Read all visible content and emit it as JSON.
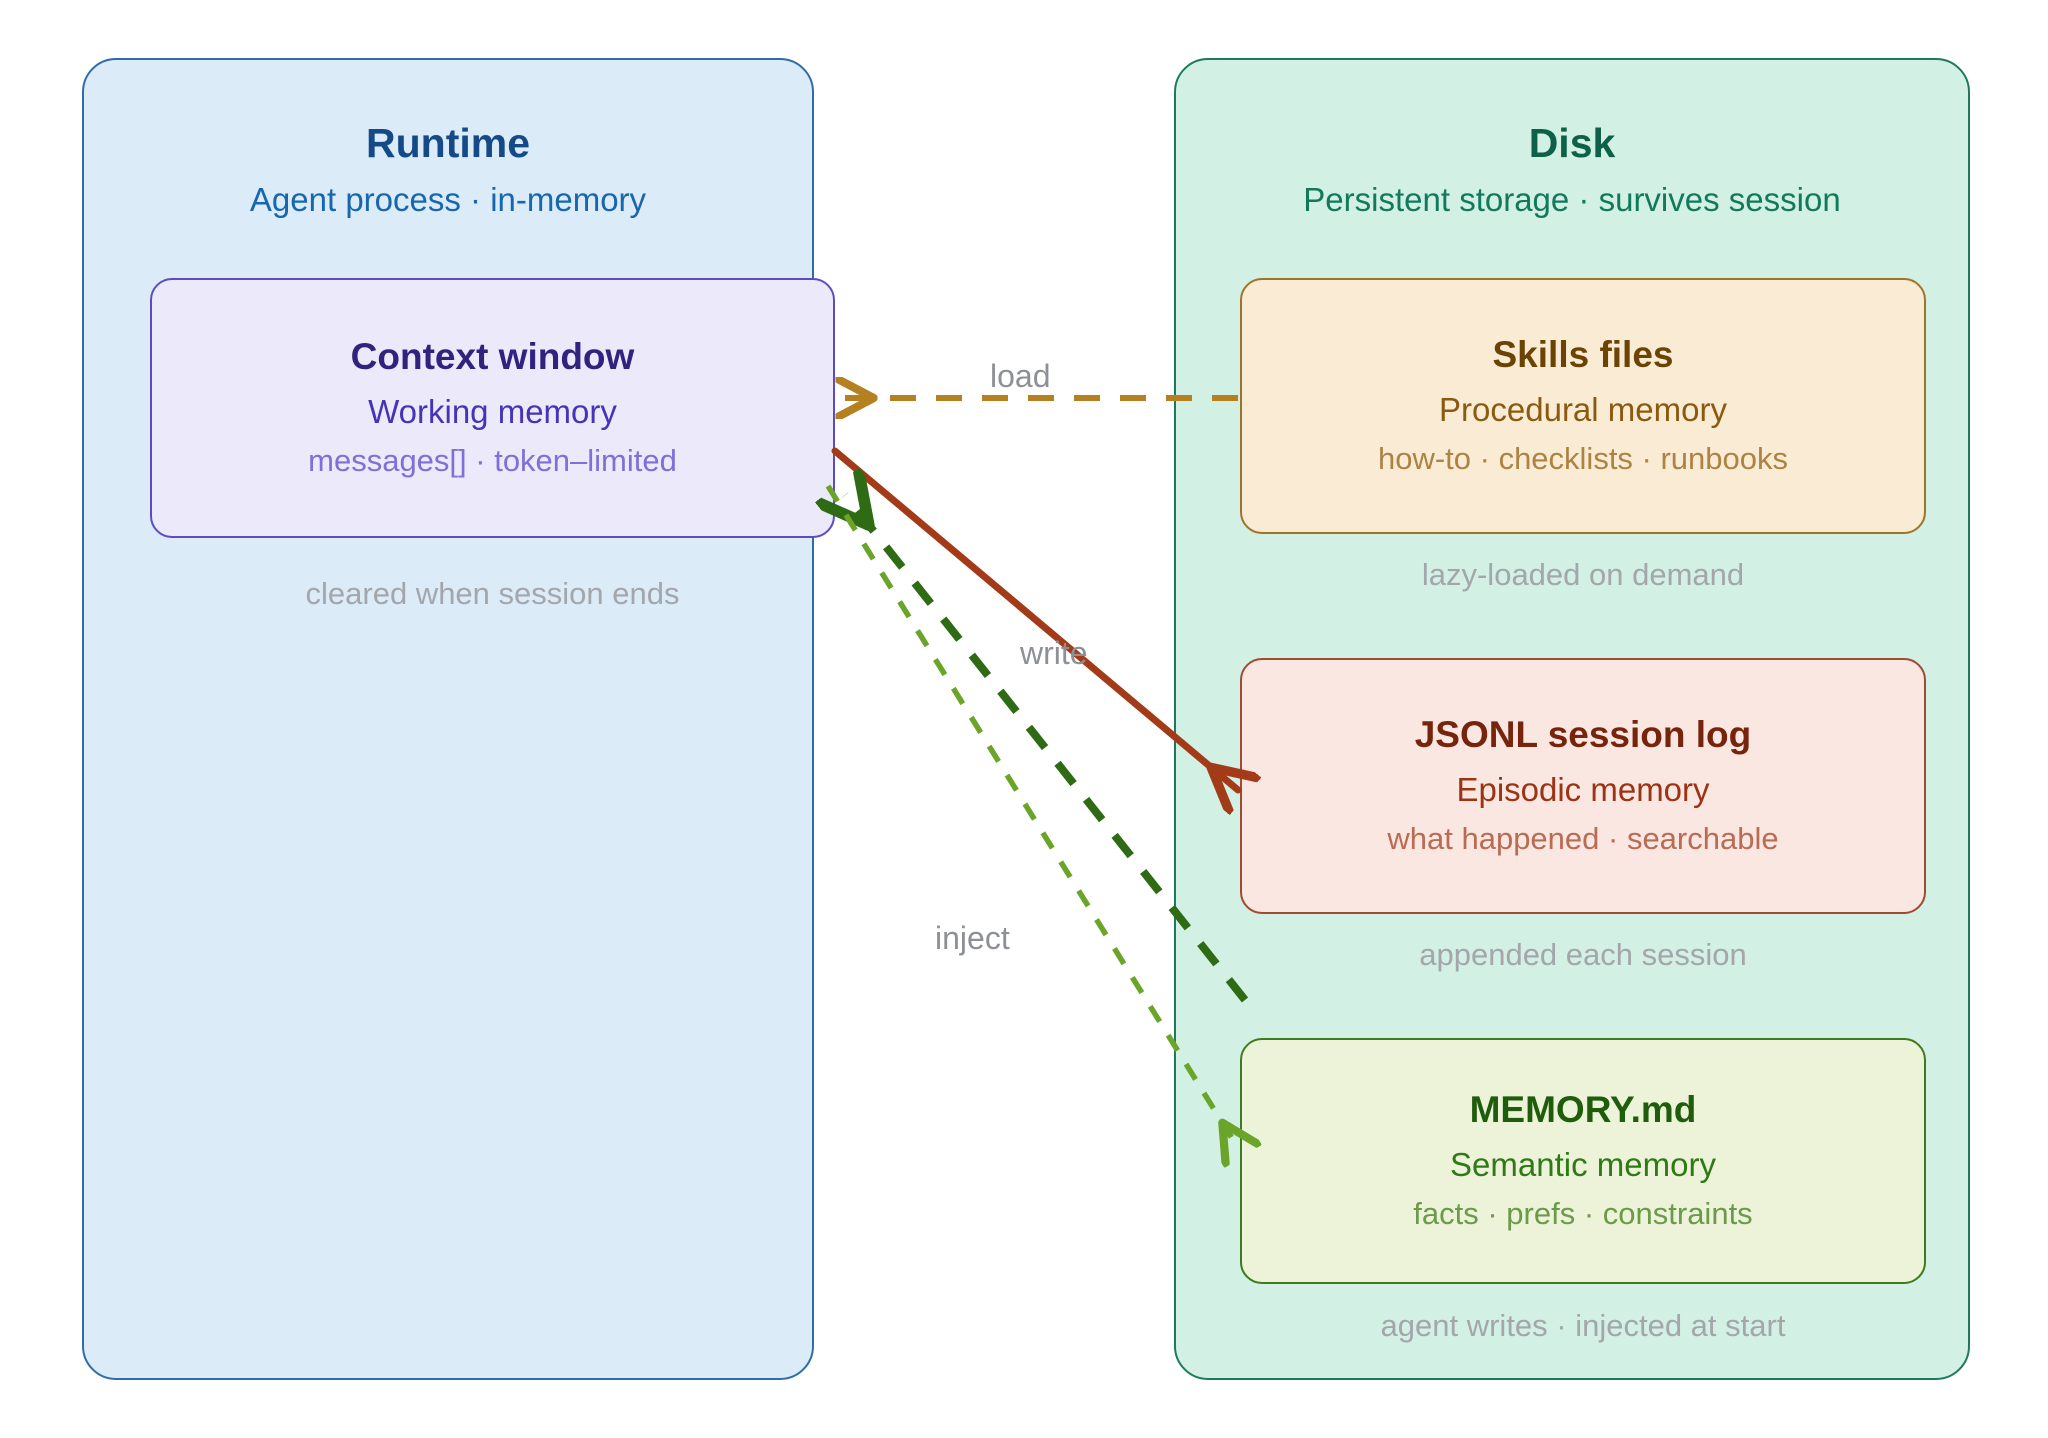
{
  "runtime": {
    "title": "Runtime",
    "subtitle": "Agent process · in-memory",
    "caption": "cleared when session ends",
    "context_card": {
      "title": "Context window",
      "subtitle": "Working memory",
      "detail": "messages[] · token–limited"
    }
  },
  "disk": {
    "title": "Disk",
    "subtitle": "Persistent storage · survives session",
    "cards": [
      {
        "title": "Skills files",
        "subtitle": "Procedural memory",
        "detail": "how-to · checklists · runbooks",
        "caption": "lazy-loaded on demand"
      },
      {
        "title": "JSONL session log",
        "subtitle": "Episodic memory",
        "detail": "what happened · searchable",
        "caption": "appended each session"
      },
      {
        "title": "MEMORY.md",
        "subtitle": "Semantic memory",
        "detail": "facts · prefs · constraints",
        "caption": "agent writes · injected at start"
      }
    ]
  },
  "edges": [
    {
      "label": "load",
      "from": "Skills files",
      "to": "Context window",
      "style": "dashed",
      "color": "#b5801f"
    },
    {
      "label": "write",
      "from": "Context window",
      "to": "JSONL session log",
      "style": "solid",
      "color": "#a33a18"
    },
    {
      "label": "inject",
      "from": "MEMORY.md",
      "to": "Context window",
      "style": "dashed",
      "color": "#2f6b14"
    }
  ],
  "colors": {
    "runtime_panel_bg": "#dcebf8",
    "runtime_panel_border": "#2f6ca8",
    "disk_panel_bg": "#d2f0e4",
    "disk_panel_border": "#1d7a5f",
    "context_bg": "#ece9fb",
    "context_border": "#5b4cc4",
    "skills_bg": "#faecd4",
    "skills_border": "#a0732a",
    "jsonl_bg": "#fae7e1",
    "jsonl_border": "#a04a30",
    "memory_bg": "#edf3d8",
    "memory_border": "#3f7a1f",
    "caption_grey": "#a3a6ab",
    "edge_load": "#b5801f",
    "edge_write": "#a33a18",
    "edge_inject_dark": "#2f6b14",
    "edge_inject_light": "#6aa52a"
  }
}
